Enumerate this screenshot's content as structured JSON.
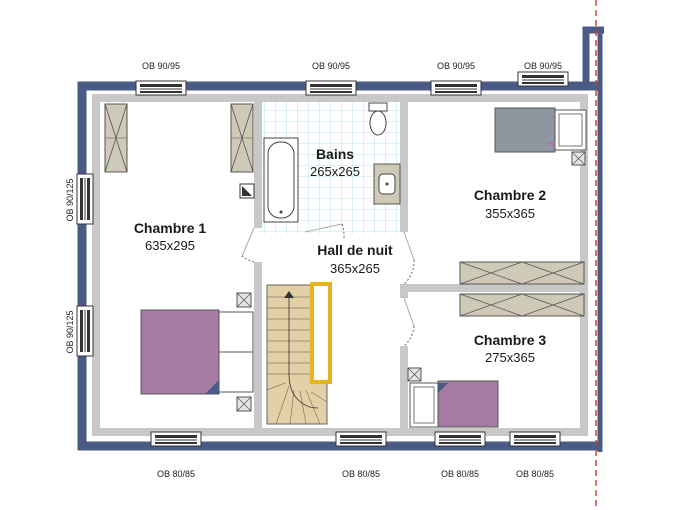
{
  "rooms": {
    "chambre1": {
      "name": "Chambre 1",
      "dims": "635x295"
    },
    "bains": {
      "name": "Bains",
      "dims": "265x265"
    },
    "chambre2": {
      "name": "Chambre 2",
      "dims": "355x365"
    },
    "hall": {
      "name": "Hall de nuit",
      "dims": "365x265"
    },
    "chambre3": {
      "name": "Chambre 3",
      "dims": "275x365"
    }
  },
  "windows": {
    "top_1": "OB 90/95",
    "top_2": "OB 90/95",
    "top_3": "OB 90/95",
    "top_4": "OB 90/95",
    "left_1": "OB 90/125",
    "left_2": "OB 90/125",
    "bottom_1": "OB 80/85",
    "bottom_2": "OB 80/85",
    "bottom_3": "OB 80/85",
    "bottom_4": "OB 80/85"
  },
  "colors": {
    "outer_wall": "#4a5b86",
    "inner_wall": "#c8c8c8",
    "bed_purple": "#a57ba2",
    "bed_grey": "#8e96a0",
    "wardrobe": "#cfc9b8",
    "stairs": "#e3cfa8",
    "stair_rail": "#e8b320",
    "tile_grid": "#a9dde9",
    "property_line": "#d9342b"
  }
}
